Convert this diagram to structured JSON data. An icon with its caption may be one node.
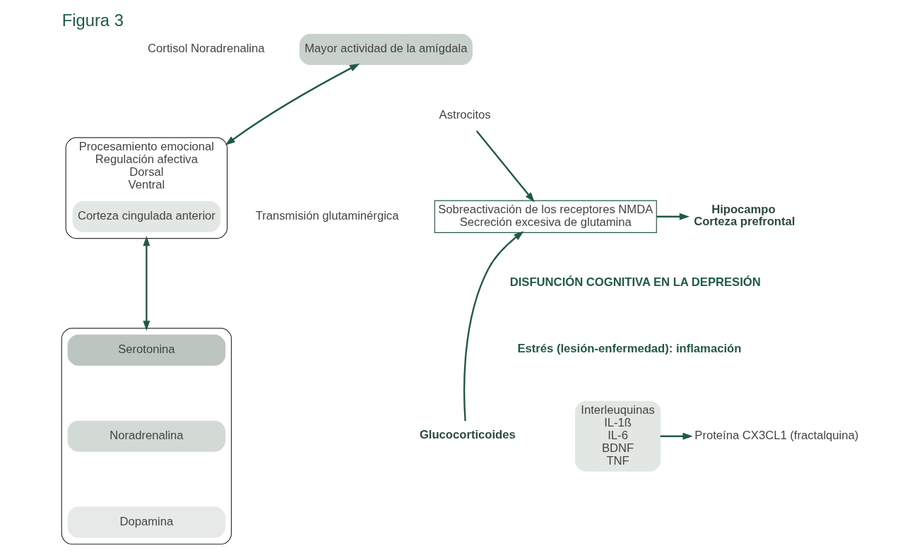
{
  "diagram": {
    "title": "Figura 3",
    "nodes": [
      {
        "text": [
          "Mayor actividad de la amígdala"
        ]
      },
      {
        "text": [
          "Procesamiento emocional",
          "Regulación afectiva",
          "Dorsal",
          "Ventral"
        ]
      },
      {
        "text": [
          "Corteza cingulada anterior"
        ],
        "in": 1
      },
      {
        "text": [],
        "shape": "box"
      },
      {
        "text": [
          "Serotonina"
        ],
        "in": 3
      },
      {
        "text": [
          "Noradrenalina"
        ],
        "in": 3
      },
      {
        "text": [
          "Dopamina"
        ],
        "in": 3
      },
      {
        "text": [
          "Astrocitos"
        ]
      },
      {
        "text": [
          "Sobreactivación de los receptores NMDA",
          "Secreción excesiva de glutamina"
        ]
      },
      {
        "text": [
          "Hipocampo",
          "Corteza prefrontal"
        ]
      },
      {
        "text": [
          "Glucocorticoides"
        ]
      },
      {
        "text": [
          "Interleuquinas",
          "IL-1ß",
          "IL-6",
          "BDNF",
          "TNF"
        ]
      },
      {
        "text": [
          "Proteína CX3CL1 (fractalquina)"
        ]
      }
    ],
    "edges": [
      {
        "from": 0,
        "to": 1,
        "arrow": "both"
      },
      {
        "from": 1,
        "to": 3,
        "arrow": "both"
      },
      {
        "from": 7,
        "to": 8,
        "arrow": "to"
      },
      {
        "from": 8,
        "to": 9,
        "arrow": "to"
      },
      {
        "from": 10,
        "to": 8,
        "arrow": "to"
      },
      {
        "from": 11,
        "to": 12,
        "arrow": "to"
      }
    ],
    "labels": [
      "Cortisol Noradrenalina",
      "Transmisión glutaminérgica",
      "DISFUNCIÓN COGNITIVA EN LA DEPRESIÓN",
      "Estrés (lesión-enfermedad): inflamación"
    ]
  }
}
